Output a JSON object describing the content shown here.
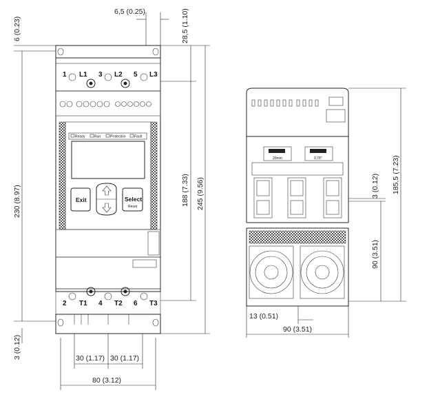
{
  "dimensions": {
    "top_offset_mm": "6,5 (0.25)",
    "top_height_mm": "28,5 (1.10)",
    "left_top_gap": "6 (0.23)",
    "total_height_left": "230 (8.97)",
    "bottom_gap_left": "3 (0.12)",
    "mid_height": "188 (7.33)",
    "total_height_right": "245 (9.56)",
    "terminal_pitch_a": "30 (1.17)",
    "terminal_pitch_b": "30 (1.17)",
    "front_width": "80 (3.12)",
    "side_small_gap": "3 (0.12)",
    "side_height": "185,5 (7.23)",
    "fan_height": "90 (3.51)",
    "side_offset": "13 (0.51)",
    "side_width": "90 (3.51)"
  },
  "terminals_top": {
    "t1": "1",
    "l1": "L1",
    "t3": "3",
    "l2": "L2",
    "t5": "5",
    "l3": "L3"
  },
  "terminals_bottom": {
    "t2": "2",
    "tt1": "T1",
    "t4": "4",
    "tt2": "T2",
    "t6": "6",
    "tt3": "T3"
  },
  "status_labels": {
    "ready": "Ready",
    "run": "Run",
    "protection": "Protection",
    "fault": "Fault"
  },
  "buttons": {
    "exit": "Exit",
    "select": "Select",
    "reset": "Reset"
  },
  "side_labels": {
    "mm_label": "20mm",
    "inch_label": "0.78\""
  }
}
